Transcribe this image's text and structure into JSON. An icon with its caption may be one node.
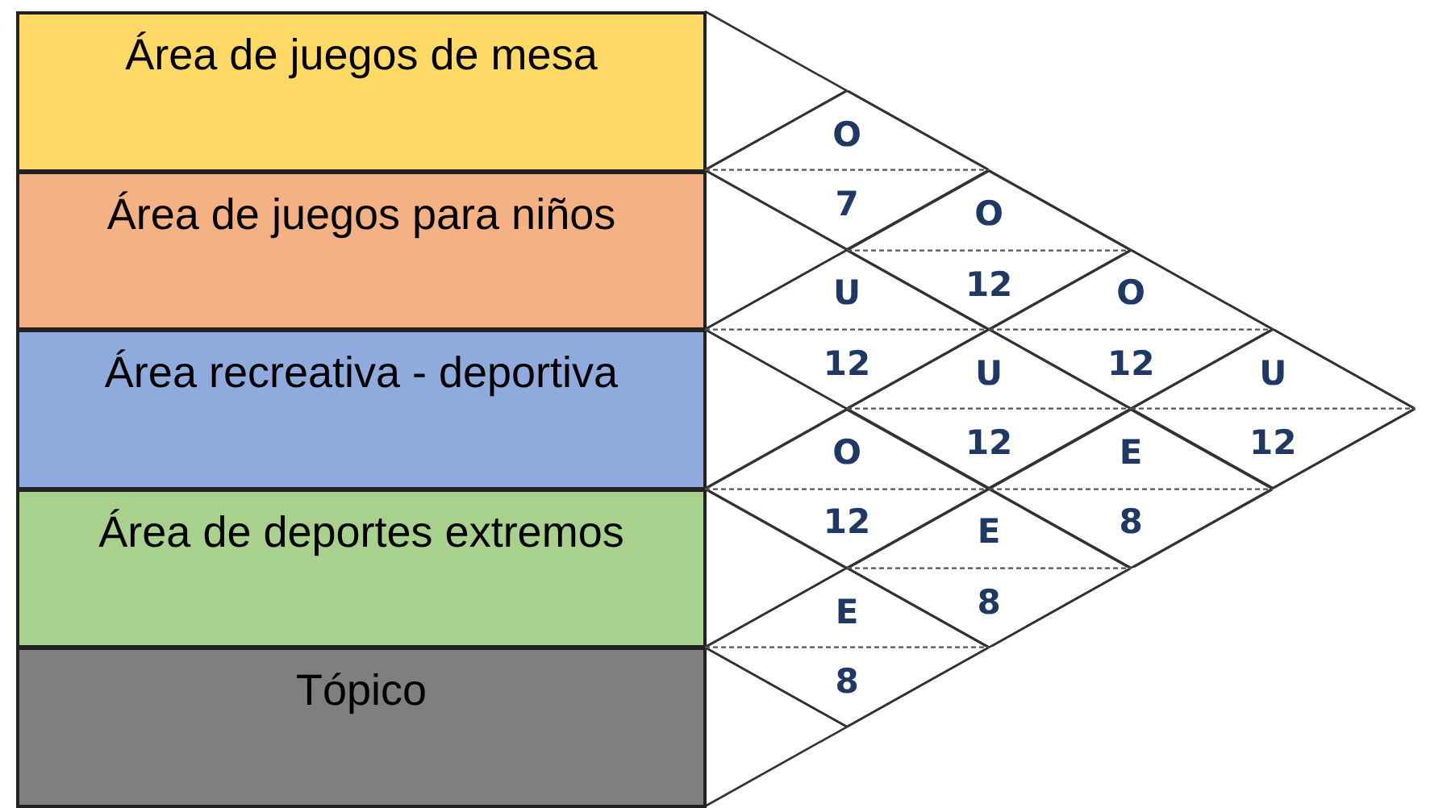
{
  "diagram": {
    "nodes": [
      {
        "text": [
          "Área de juegos de mesa"
        ]
      },
      {
        "text": [
          "Área de juegos para niños"
        ]
      },
      {
        "text": [
          "Área recreativa - deportiva"
        ]
      },
      {
        "text": [
          "Área de deportes extremos"
        ]
      },
      {
        "text": [
          "Tópico"
        ]
      },
      {
        "text": [
          "O",
          "7"
        ]
      },
      {
        "text": [
          "U",
          "12"
        ]
      },
      {
        "text": [
          "O",
          "12"
        ]
      },
      {
        "text": [
          "E",
          "8"
        ]
      },
      {
        "text": [
          "O",
          "12"
        ]
      },
      {
        "text": [
          "U",
          "12"
        ]
      },
      {
        "text": [
          "E",
          "8"
        ]
      },
      {
        "text": [
          "O",
          "12"
        ]
      },
      {
        "text": [
          "E",
          "8"
        ]
      },
      {
        "text": [
          "U",
          "12"
        ]
      }
    ]
  }
}
